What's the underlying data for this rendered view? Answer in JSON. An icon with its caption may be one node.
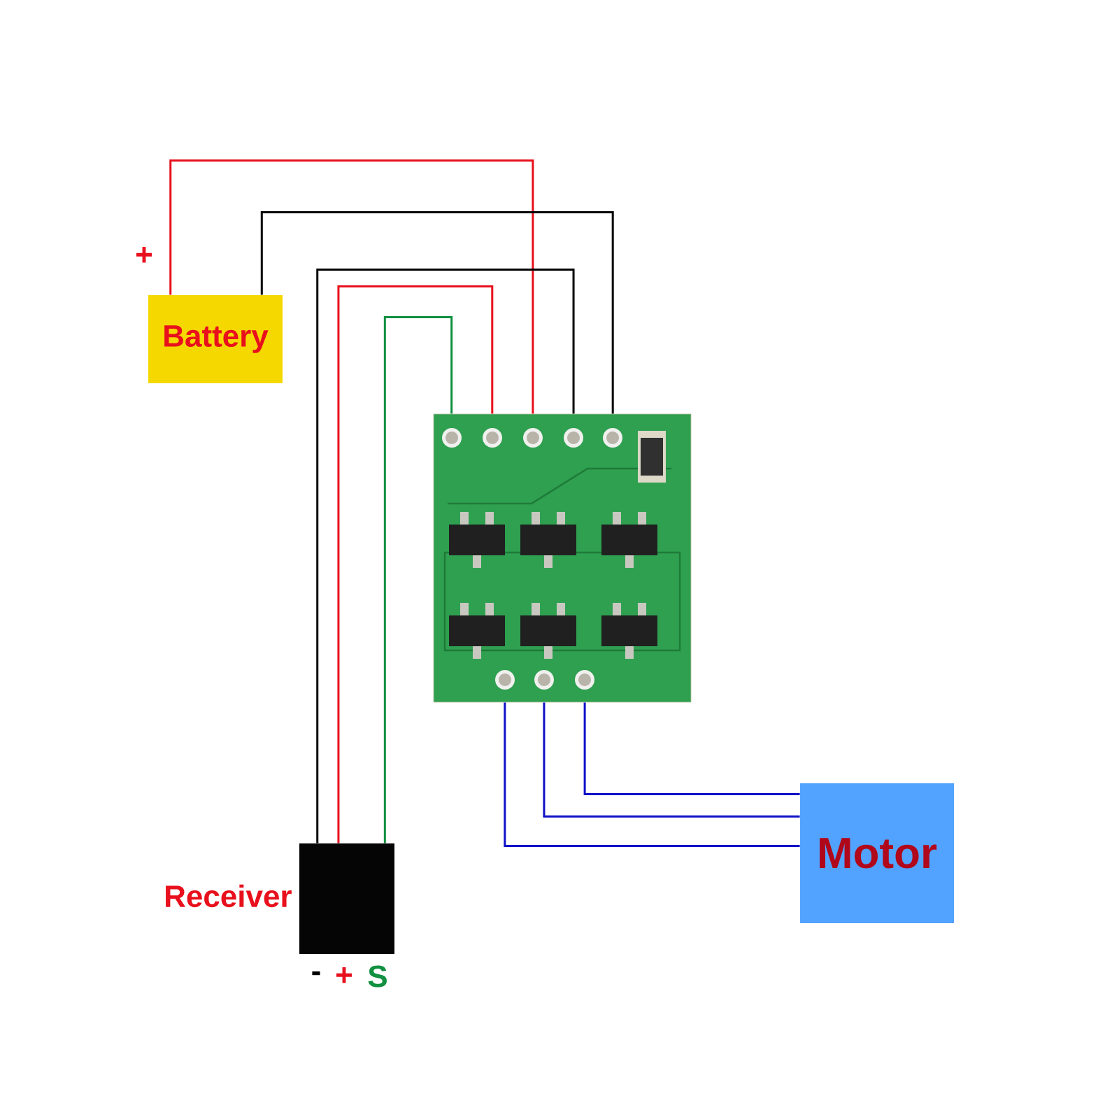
{
  "diagram": {
    "nodes": [
      {
        "text": [
          "Battery"
        ],
        "beside": [
          "+"
        ]
      },
      {
        "text": [],
        "shape": "picture"
      },
      {
        "text": [
          "Receiver"
        ],
        "beside": [
          "-",
          "+",
          "S"
        ]
      },
      {
        "text": [
          "Motor"
        ]
      }
    ],
    "edges": [
      {
        "from": 0,
        "to": 1,
        "arrow": "none",
        "color": "#e8101c"
      },
      {
        "from": 0,
        "to": 1,
        "arrow": "none",
        "color": "#000000"
      },
      {
        "from": 2,
        "to": 1,
        "arrow": "none",
        "color": "#000000"
      },
      {
        "from": 2,
        "to": 1,
        "arrow": "none",
        "color": "#e8101c"
      },
      {
        "from": 2,
        "to": 1,
        "arrow": "none",
        "color": "#109040"
      },
      {
        "from": 1,
        "to": 3,
        "arrow": "none",
        "color": "#1010c8"
      },
      {
        "from": 1,
        "to": 3,
        "arrow": "none",
        "color": "#1010c8"
      },
      {
        "from": 1,
        "to": 3,
        "arrow": "none",
        "color": "#1010c8"
      }
    ]
  }
}
